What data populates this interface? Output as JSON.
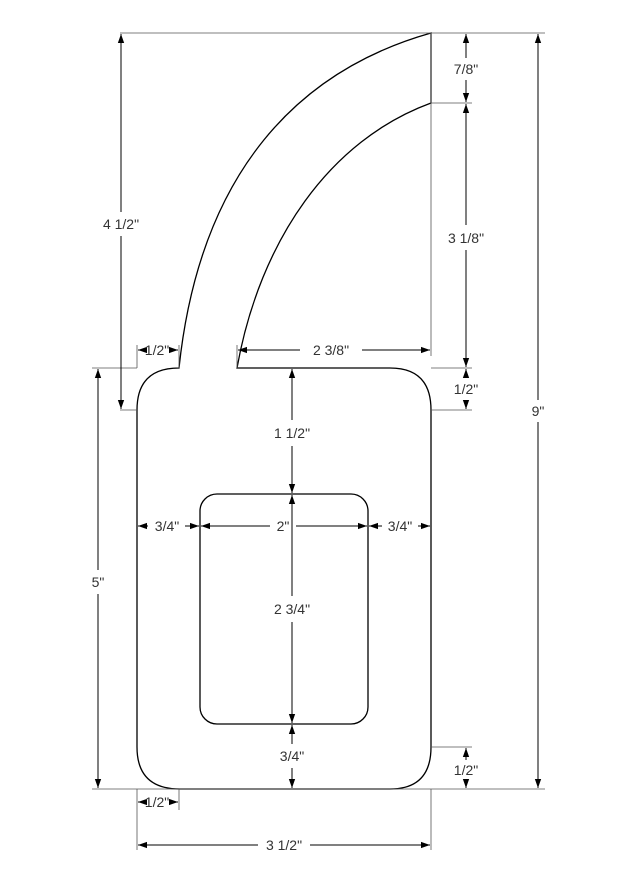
{
  "colors": {
    "outline": "#000000",
    "text": "#333333",
    "background": "#ffffff"
  },
  "dimensions": {
    "arm_height": "4 1/2\"",
    "arm_top_width": "7/8\"",
    "arm_inner_height": "3 1/8\"",
    "total_height": "9\"",
    "notch_width": "1/2\"",
    "arm_offset": "2 3/8\"",
    "corner_top_right": "1/2\"",
    "top_margin": "1 1/2\"",
    "left_margin": "3/4\"",
    "window_width": "2\"",
    "right_margin": "3/4\"",
    "body_height": "5\"",
    "window_height": "2 3/4\"",
    "bottom_margin": "3/4\"",
    "corner_bottom_right": "1/2\"",
    "corner_bottom_left": "1/2\"",
    "body_width": "3 1/2\""
  }
}
